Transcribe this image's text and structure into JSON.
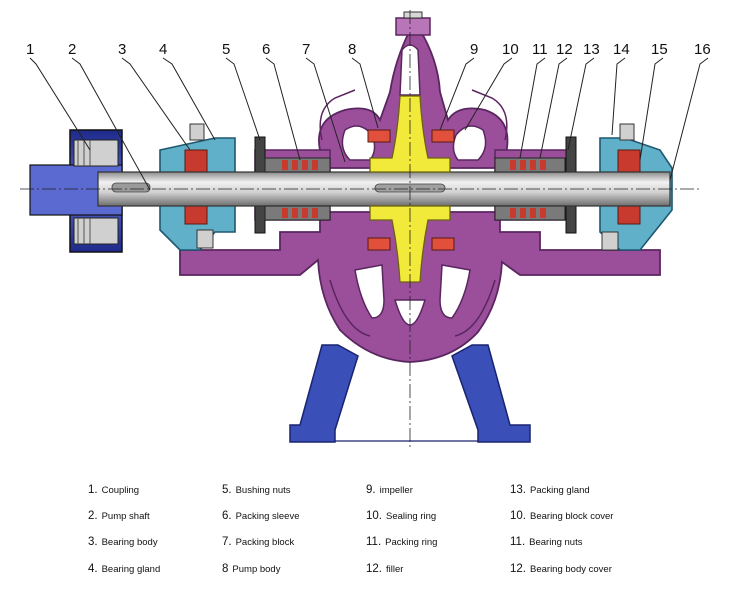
{
  "callouts": [
    {
      "n": "1"
    },
    {
      "n": "2"
    },
    {
      "n": "3"
    },
    {
      "n": "4"
    },
    {
      "n": "5"
    },
    {
      "n": "6"
    },
    {
      "n": "7"
    },
    {
      "n": "8"
    },
    {
      "n": "9"
    },
    {
      "n": "10"
    },
    {
      "n": "11"
    },
    {
      "n": "12"
    },
    {
      "n": "13"
    },
    {
      "n": "14"
    },
    {
      "n": "15"
    },
    {
      "n": "16"
    }
  ],
  "legend": [
    {
      "num": "1.",
      "label": "Coupling"
    },
    {
      "num": "2.",
      "label": "Pump shaft"
    },
    {
      "num": "3.",
      "label": "Bearing body"
    },
    {
      "num": "4.",
      "label": "Bearing gland"
    },
    {
      "num": "5.",
      "label": "Bushing nuts"
    },
    {
      "num": "6.",
      "label": "Packing sleeve"
    },
    {
      "num": "7.",
      "label": "Packing block"
    },
    {
      "num": "8",
      "label": "Pump body"
    },
    {
      "num": "9.",
      "label": "impeller"
    },
    {
      "num": "10.",
      "label": "Sealing ring"
    },
    {
      "num": "11.",
      "label": "Packing ring"
    },
    {
      "num": "12.",
      "label": "filler"
    },
    {
      "num": "13.",
      "label": "Packing gland"
    },
    {
      "num": "10.",
      "label": "Bearing block cover"
    },
    {
      "num": "11.",
      "label": "Bearing nuts"
    },
    {
      "num": "12.",
      "label": "Bearing body cover"
    }
  ],
  "colors": {
    "casing": "#9b4f9b",
    "casing_dark": "#6e2f73",
    "base": "#3a4fb8",
    "coupling": "#3c3aa8",
    "bearing_housing": "#5fb0c8",
    "impeller": "#f2ea3a",
    "seal_ring": "#e0503a",
    "shaft": "#c9c9c9",
    "packing": "#c83a2e"
  }
}
